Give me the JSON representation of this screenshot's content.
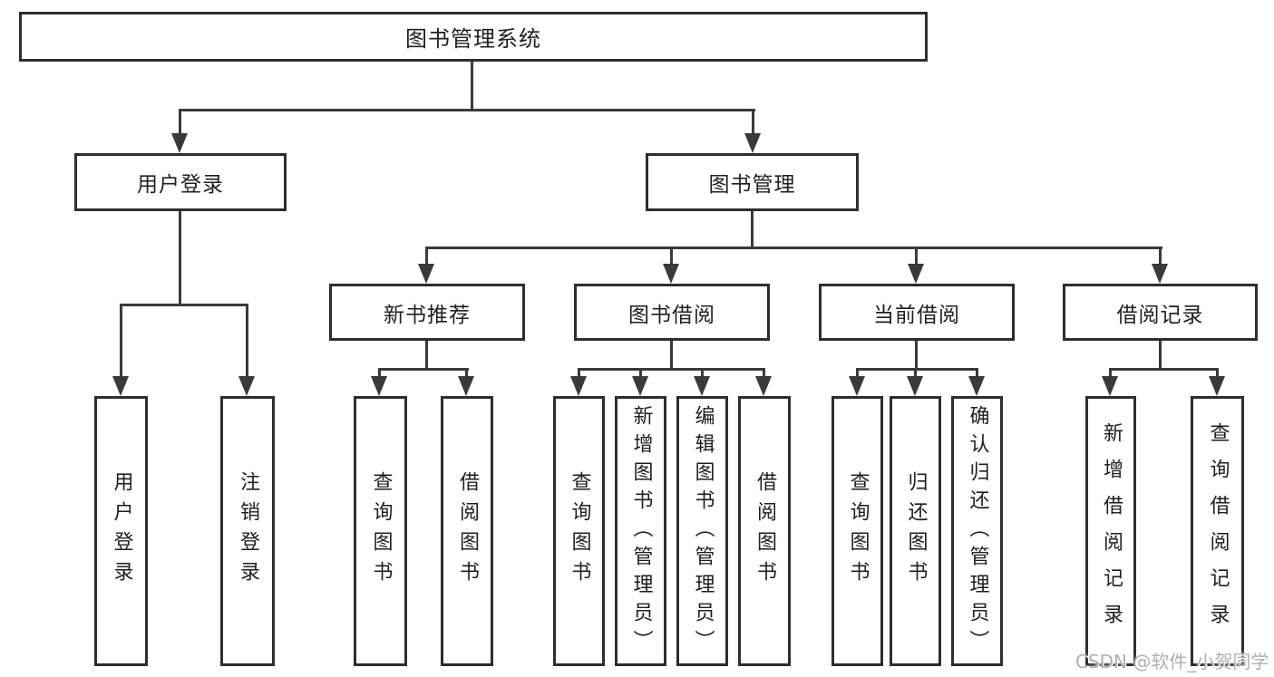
{
  "diagram": {
    "root": "图书管理系统",
    "user_login": {
      "label": "用户登录",
      "children": [
        "用户登录",
        "注销登录"
      ]
    },
    "book_mgmt": {
      "label": "图书管理",
      "new_book_rec": {
        "label": "新书推荐",
        "children": [
          "查询图书",
          "借阅图书"
        ]
      },
      "book_borrow": {
        "label": "图书借阅",
        "children": [
          "查询图书",
          "新增图书（管理员）",
          "编辑图书（管理员）",
          "借阅图书"
        ]
      },
      "current_borrow": {
        "label": "当前借阅",
        "children": [
          "查询图书",
          "归还图书",
          "确认归还（管理员）"
        ]
      },
      "borrow_record": {
        "label": "借阅记录",
        "children": [
          "新增借阅记录",
          "查询借阅记录"
        ]
      }
    },
    "watermark": "CSDN @软件_小贺同学",
    "colors": {
      "line": "#3a3a3a",
      "border": "#2e2e2e",
      "text": "#1f1f1f",
      "watermark": "#b0b0b0",
      "background": "#ffffff"
    }
  }
}
